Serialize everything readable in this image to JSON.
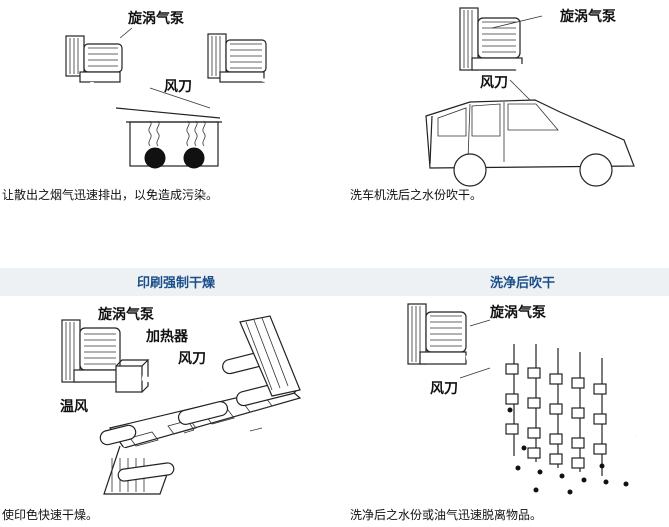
{
  "panels": [
    {
      "title": "",
      "labels": {
        "pump": "旋涡气泵",
        "knife": "风刀"
      },
      "caption": "让散出之烟气迅速排出，以免造成污染。"
    },
    {
      "title": "",
      "labels": {
        "pump": "旋涡气泵",
        "knife": "风刀"
      },
      "caption": "洗车机洗后之水份吹干。"
    },
    {
      "title": "印刷强制干燥",
      "labels": {
        "pump": "旋涡气泵",
        "heater": "加热器",
        "knife": "风刀",
        "warm_air": "温风"
      },
      "caption": "使印色快速干燥。"
    },
    {
      "title": "洗净后吹干",
      "labels": {
        "pump": "旋涡气泵",
        "knife": "风刀"
      },
      "caption": "洗净后之水份或油气迅速脱离物品。"
    }
  ]
}
